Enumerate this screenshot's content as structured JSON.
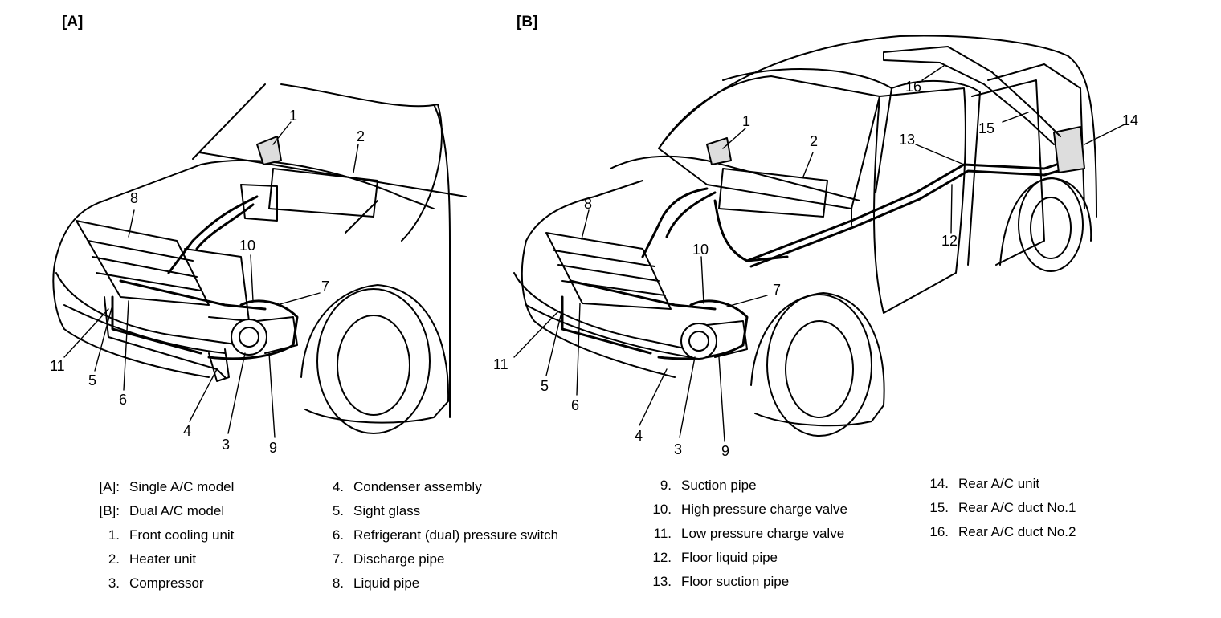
{
  "panels": {
    "a": "[A]",
    "b": "[B]"
  },
  "callouts_a": [
    "1",
    "2",
    "3",
    "4",
    "5",
    "6",
    "7",
    "8",
    "9",
    "10",
    "11"
  ],
  "callouts_b": [
    "1",
    "2",
    "3",
    "4",
    "5",
    "6",
    "7",
    "8",
    "9",
    "10",
    "11",
    "12",
    "13",
    "14",
    "15",
    "16"
  ],
  "legend": {
    "col1": [
      {
        "key": "[A]:",
        "text": "Single A/C model"
      },
      {
        "key": "[B]:",
        "text": "Dual A/C model"
      },
      {
        "key": "1.",
        "text": "Front cooling unit"
      },
      {
        "key": "2.",
        "text": "Heater unit"
      },
      {
        "key": "3.",
        "text": "Compressor"
      }
    ],
    "col2": [
      {
        "key": "4.",
        "text": "Condenser assembly"
      },
      {
        "key": "5.",
        "text": "Sight glass"
      },
      {
        "key": "6.",
        "text": "Refrigerant (dual) pressure switch"
      },
      {
        "key": "7.",
        "text": "Discharge pipe"
      },
      {
        "key": "8.",
        "text": "Liquid pipe"
      }
    ],
    "col3": [
      {
        "key": "9.",
        "text": "Suction pipe"
      },
      {
        "key": "10.",
        "text": "High pressure charge valve"
      },
      {
        "key": "11.",
        "text": "Low pressure charge valve"
      },
      {
        "key": "12.",
        "text": "Floor liquid pipe"
      },
      {
        "key": "13.",
        "text": "Floor suction pipe"
      }
    ],
    "col4": [
      {
        "key": "14.",
        "text": "Rear A/C unit"
      },
      {
        "key": "15.",
        "text": "Rear A/C duct No.1"
      },
      {
        "key": "16.",
        "text": "Rear A/C duct No.2"
      }
    ]
  }
}
